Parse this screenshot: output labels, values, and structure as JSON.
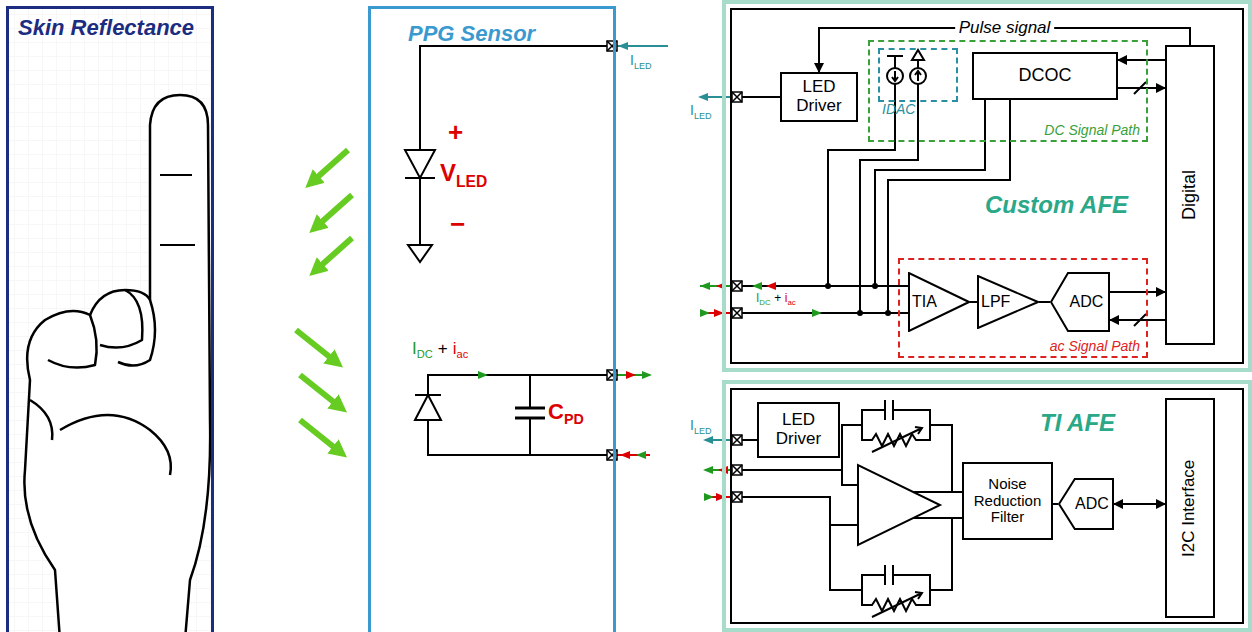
{
  "diagram": {
    "nodes": [
      {
        "text": [
          "Skin Reflectance"
        ]
      },
      {
        "text": [
          "PPG Sensor"
        ]
      },
      {
        "text": [
          "Custom AFE"
        ]
      },
      {
        "text": [
          "LED Driver"
        ],
        "in": 2
      },
      {
        "text": [
          "DC Signal Path"
        ],
        "in": 2
      },
      {
        "text": [
          "IDAC"
        ],
        "in": 4
      },
      {
        "text": [
          "DCOC"
        ],
        "in": 4
      },
      {
        "text": [
          "ac Signal Path"
        ],
        "in": 2
      },
      {
        "text": [
          "TIA"
        ],
        "in": 7
      },
      {
        "text": [
          "LPF"
        ],
        "in": 7
      },
      {
        "text": [
          "ADC"
        ],
        "in": 7
      },
      {
        "text": [
          "Digital"
        ],
        "in": 2
      },
      {
        "text": [
          "TI AFE"
        ]
      },
      {
        "text": [
          "LED Driver"
        ],
        "in": 12
      },
      {
        "text": [
          "Noise Reduction Filter"
        ],
        "in": 12
      },
      {
        "text": [
          "ADC"
        ],
        "in": 12
      },
      {
        "text": [
          "I2C Interface"
        ],
        "in": 12
      }
    ],
    "edges": [
      {
        "from": 11,
        "to": 3,
        "label": "Pulse signal",
        "arrow": "to"
      },
      {
        "from": 11,
        "to": 6,
        "arrow": "to"
      },
      {
        "from": 6,
        "to": 11,
        "arrow": "to"
      },
      {
        "from": 8,
        "to": 9,
        "arrow": "none"
      },
      {
        "from": 9,
        "to": 10,
        "arrow": "none"
      },
      {
        "from": 10,
        "to": 11,
        "arrow": "to"
      },
      {
        "from": 11,
        "to": 10,
        "arrow": "to"
      },
      {
        "from": 14,
        "to": 15,
        "arrow": "none"
      },
      {
        "from": 15,
        "to": 16,
        "arrow": "both"
      }
    ],
    "labels": [
      "I",
      "LED",
      "I",
      "LED",
      "+",
      "V",
      "LED",
      "−",
      "I",
      "DC",
      "+",
      "i",
      "ac",
      "C",
      "PD",
      "I",
      "DC",
      "+",
      "i",
      "ac",
      "I",
      "LED"
    ]
  }
}
